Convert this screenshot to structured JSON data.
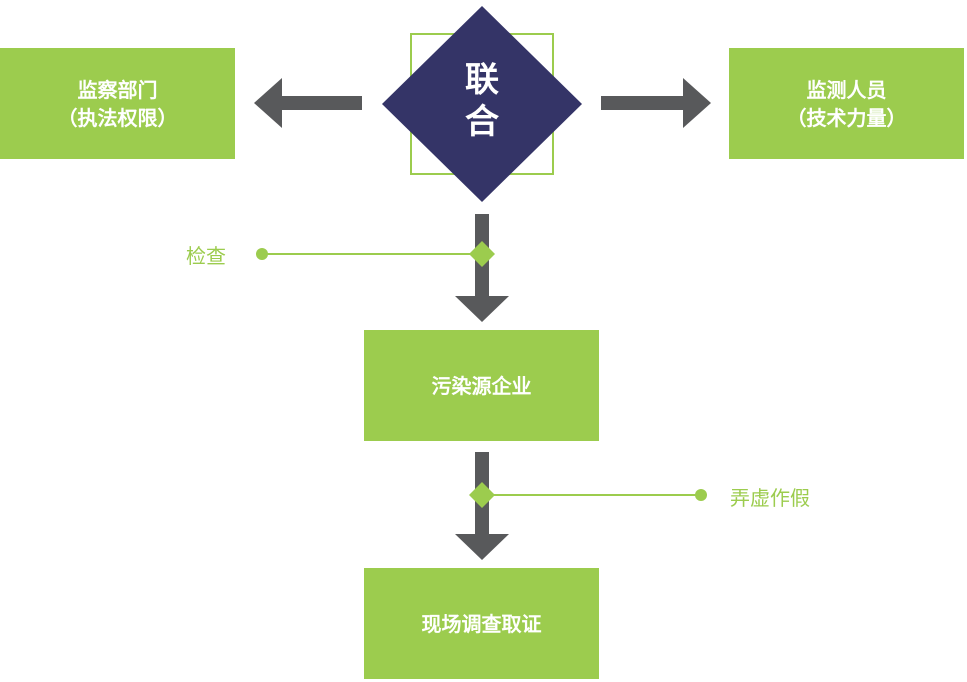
{
  "center": {
    "line1": "联",
    "line2": "合"
  },
  "left_box": {
    "line1": "监察部门",
    "line2": "（执法权限）"
  },
  "right_box": {
    "line1": "监测人员",
    "line2": "（技术力量）"
  },
  "middle_box": {
    "text": "污染源企业"
  },
  "bottom_box": {
    "text": "现场调查取证"
  },
  "labels": {
    "inspect": "检查",
    "fraud": "弄虚作假"
  },
  "colors": {
    "green": "#9ccc4e",
    "navy": "#343467",
    "arrow": "#58595b"
  }
}
